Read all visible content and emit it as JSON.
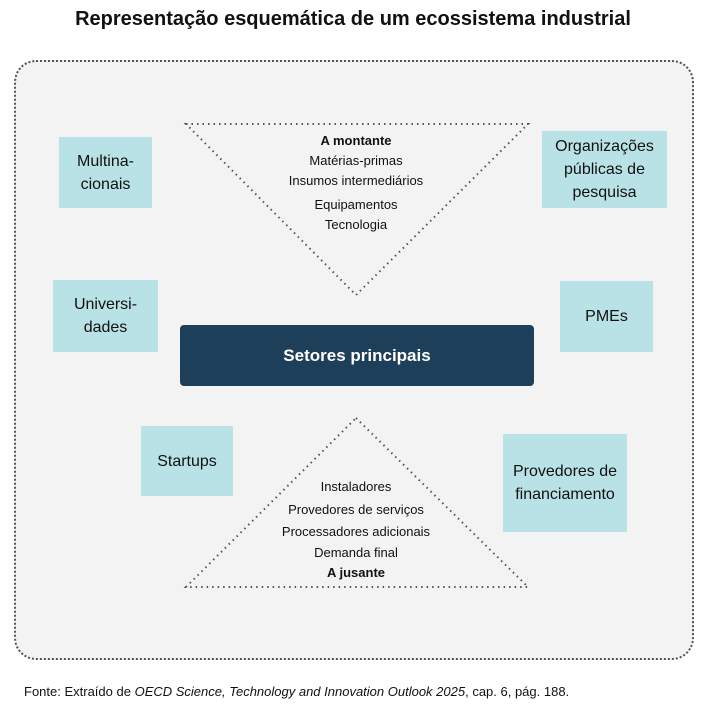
{
  "title": "Representação esquemática de um ecossistema industrial",
  "actors": {
    "multinacionais": "Multina-\ncionais",
    "organizacoes": "Organizações públicas de pesquisa",
    "universidades": "Universi-\ndades",
    "pmes": "PMEs",
    "startups": "Startups",
    "provedores": "Provedores de financiamento"
  },
  "center": "Setores principais",
  "upstream": {
    "heading": "A montante",
    "items": [
      "Matérias-primas",
      "Insumos intermediários",
      "Equipamentos",
      "Tecnologia"
    ]
  },
  "downstream": {
    "heading": "A jusante",
    "items": [
      "Instaladores",
      "Provedores de serviços",
      "Processadores adicionais",
      "Demanda final"
    ]
  },
  "source": {
    "prefix": "Fonte: Extraído de ",
    "work": "OECD Science, Technology and Innovation Outlook 2025",
    "suffix": ", cap. 6, pág. 188."
  }
}
